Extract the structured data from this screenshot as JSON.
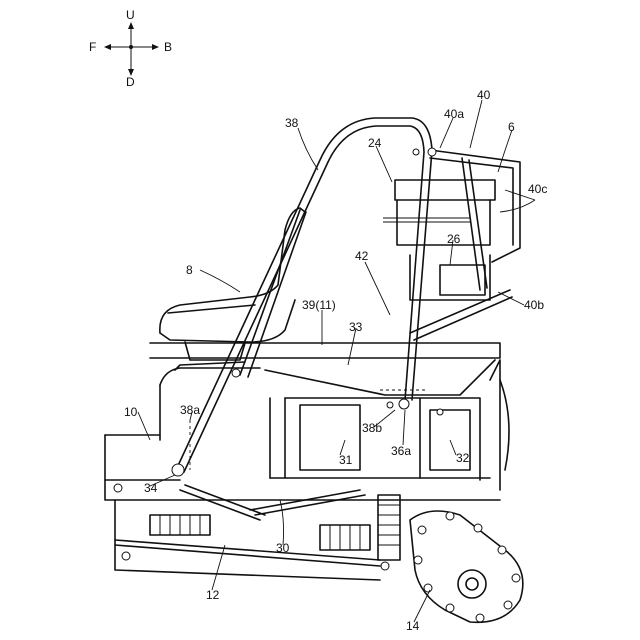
{
  "compass": {
    "up": "U",
    "down": "D",
    "front": "F",
    "back": "B"
  },
  "labels": {
    "l38": "38",
    "l40": "40",
    "l40a": "40a",
    "l6": "6",
    "l24": "24",
    "l40c": "40c",
    "l26": "26",
    "l42": "42",
    "l8": "8",
    "l40b": "40b",
    "l39": "39(11)",
    "l33": "33",
    "l10": "10",
    "l38a": "38a",
    "l38b": "38b",
    "l36a": "36a",
    "l31": "31",
    "l32": "32",
    "l34": "34",
    "l30": "30",
    "l12": "12",
    "l14": "14"
  }
}
